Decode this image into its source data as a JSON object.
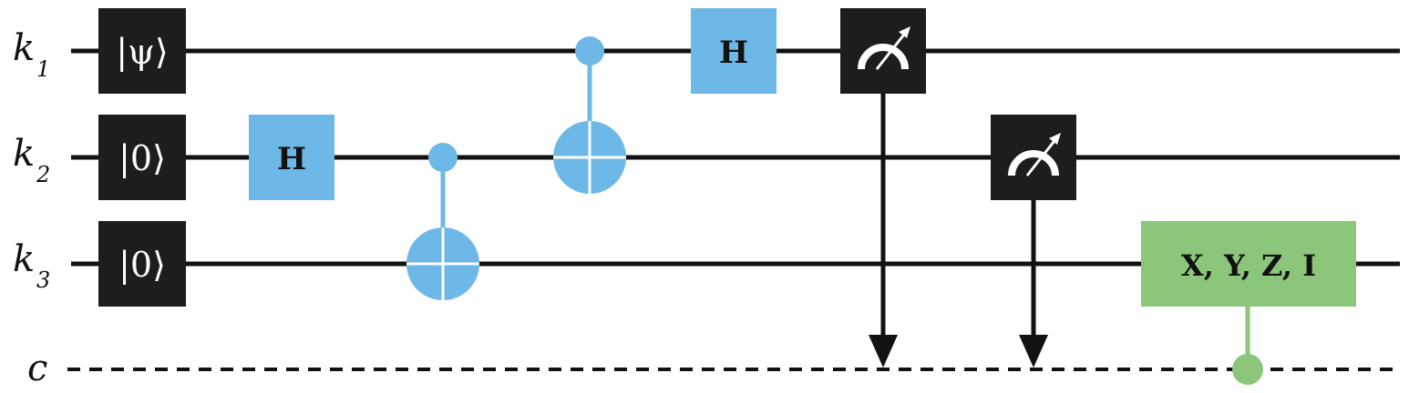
{
  "colors": {
    "wire": "#111111",
    "init_gate": "#1d1d1d",
    "hadamard": "#6db8e6",
    "cnot": "#6db8e6",
    "measurement": "#1d1d1d",
    "correction": "#8cc67a",
    "gate_text_dark": "#111111",
    "gate_text_light": "#ffffff"
  },
  "wires": [
    {
      "id": "k1",
      "label": "k",
      "subscript": "1",
      "type": "quantum"
    },
    {
      "id": "k2",
      "label": "k",
      "subscript": "2",
      "type": "quantum"
    },
    {
      "id": "k3",
      "label": "k",
      "subscript": "3",
      "type": "quantum"
    },
    {
      "id": "c",
      "label": "c",
      "subscript": "",
      "type": "classical"
    }
  ],
  "initial_states": {
    "k1": "|ψ⟩",
    "k2": "|0⟩",
    "k3": "|0⟩"
  },
  "gates": {
    "hadamard_k2": {
      "label": "H",
      "wire": "k2"
    },
    "cnot_k2_k3": {
      "control": "k2",
      "target": "k3"
    },
    "cnot_k1_k2": {
      "control": "k1",
      "target": "k2"
    },
    "hadamard_k1": {
      "label": "H",
      "wire": "k1"
    },
    "measure_k1": {
      "wire": "k1",
      "icon": "meter-icon"
    },
    "measure_k2": {
      "wire": "k2",
      "icon": "meter-icon"
    },
    "correction": {
      "label": "X, Y, Z, I",
      "wire": "k3",
      "control": "c"
    }
  }
}
